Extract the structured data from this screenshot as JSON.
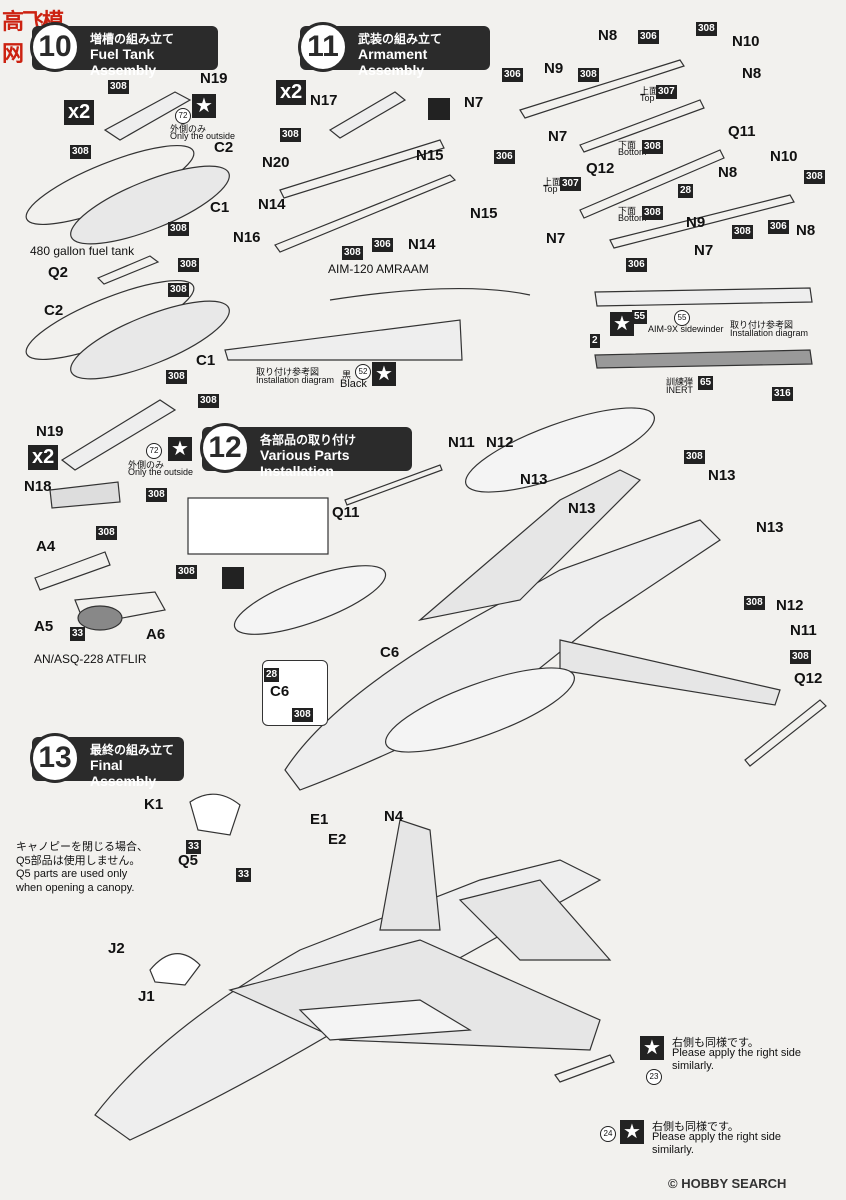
{
  "watermark": "高飞模网",
  "footer": "© HOBBY SEARCH",
  "sections": {
    "s10": {
      "num": "10",
      "jp": "増槽の組み立て",
      "en": "Fuel Tank Assembly"
    },
    "s11": {
      "num": "11",
      "jp": "武装の組み立て",
      "en": "Armament Assembly"
    },
    "s12": {
      "num": "12",
      "jp": "各部品の取り付け",
      "en": "Various Parts Installation"
    },
    "s13": {
      "num": "13",
      "jp": "最終の組み立て",
      "en": "Final Assembly"
    }
  },
  "multiplier": "x2",
  "labels": {
    "N19a": "N19",
    "C2a": "C2",
    "C1a": "C1",
    "Q2": "Q2",
    "C2b": "C2",
    "C1b": "C1",
    "N19b": "N19",
    "N18": "N18",
    "A4": "A4",
    "A5": "A5",
    "A6": "A6",
    "N17": "N17",
    "N20": "N20",
    "N15a": "N15",
    "N15b": "N15",
    "N14a": "N14",
    "N14b": "N14",
    "N16": "N16",
    "N8a": "N8",
    "N10a": "N10",
    "N8b": "N8",
    "N9a": "N9",
    "N7a": "N7",
    "N7b": "N7",
    "Q12a": "Q12",
    "Q11a": "Q11",
    "N8c": "N8",
    "N10b": "N10",
    "N8d": "N8",
    "N9b": "N9",
    "N7c": "N7",
    "N7d": "N7",
    "N11a": "N11",
    "N12a": "N12",
    "N13a": "N13",
    "N13b": "N13",
    "N13c": "N13",
    "N13d": "N13",
    "Q11b": "Q11",
    "N12b": "N12",
    "N11b": "N11",
    "Q12b": "Q12",
    "C6a": "C6",
    "C6b": "C6",
    "K1": "K1",
    "E1": "E1",
    "E2": "E2",
    "N4": "N4",
    "Q5": "Q5",
    "J2": "J2",
    "J1": "J1"
  },
  "parts": {
    "p308": "308",
    "p306": "306",
    "p307": "307",
    "p28": "28",
    "p33": "33",
    "p2": "2",
    "p316": "316",
    "p55": "55",
    "p65": "65"
  },
  "circles": {
    "c72": "72",
    "c52": "52",
    "c55": "55",
    "c23": "23",
    "c24": "24"
  },
  "notes": {
    "outside_jp": "外側のみ",
    "outside_en": "Only the outside",
    "fuel_tank": "480 gallon fuel tank",
    "amraam": "AIM-120 AMRAAM",
    "atflir": "AN/ASQ-228 ATFLIR",
    "install_jp": "取り付け参考図",
    "install_en": "Installation diagram",
    "black_jp": "黒",
    "black_en": "Black",
    "aim9x": "AIM-9X sidewinder",
    "inert_jp": "訓練弾",
    "inert_en": "INERT",
    "top_jp": "上面",
    "top_en": "Top",
    "bottom_jp": "下面",
    "bottom_en": "Bottom",
    "canopy_jp1": "キャノピーを閉じる場合、",
    "canopy_jp2": "Q5部品は使用しません。",
    "canopy_en1": "Q5 parts are used only",
    "canopy_en2": "when opening a canopy.",
    "right_jp": "右側も同様です。",
    "right_en1": "Please apply the right side",
    "right_en2": "similarly."
  }
}
